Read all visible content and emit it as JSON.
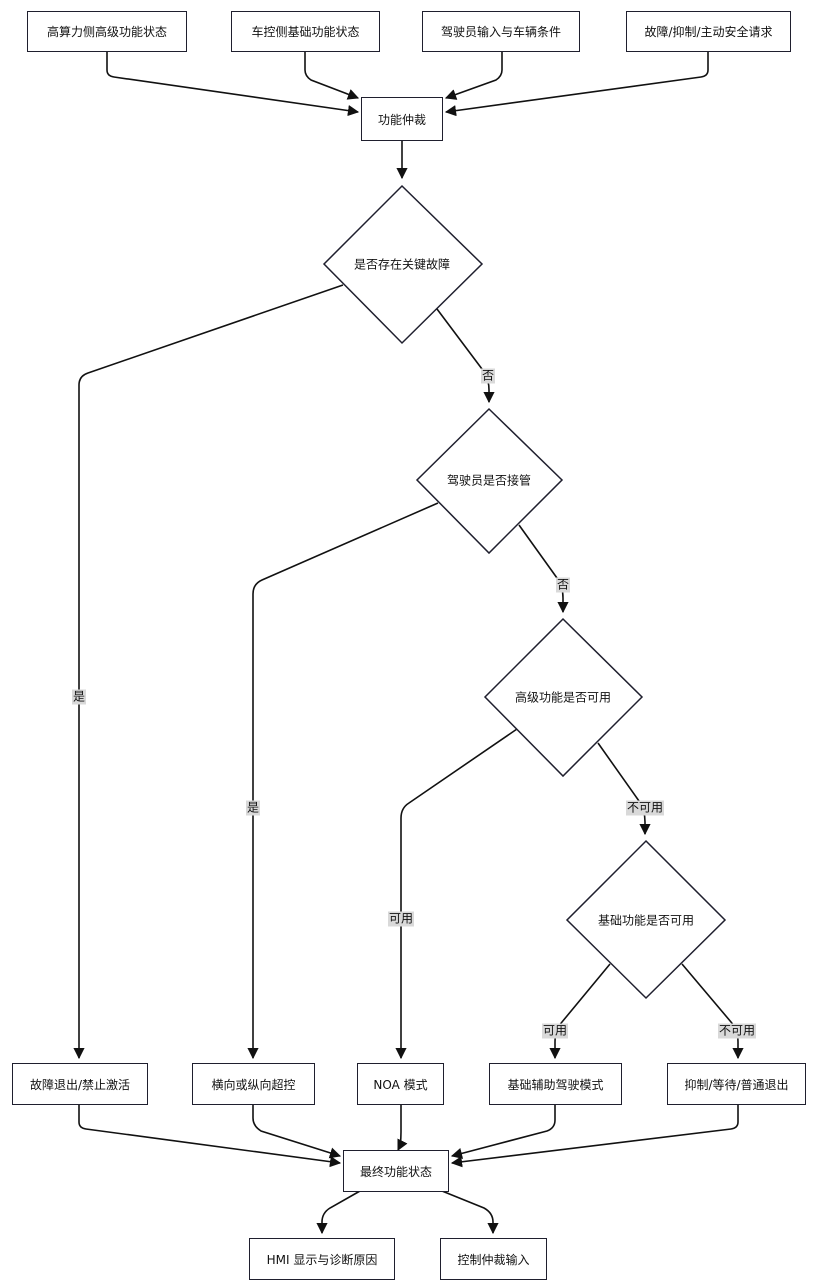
{
  "inputs": {
    "hpc_status": "高算力侧高级功能状态",
    "vcu_status": "车控侧基础功能状态",
    "driver_input": "驾驶员输入与车辆条件",
    "fault_requests": "故障/抑制/主动安全请求"
  },
  "arbitration": "功能仲裁",
  "decisions": {
    "critical_fault": "是否存在关键故障",
    "driver_takeover": "驾驶员是否接管",
    "advanced_available": "高级功能是否可用",
    "basic_available": "基础功能是否可用"
  },
  "edge_labels": {
    "no1": "否",
    "no2": "否",
    "yes1": "是",
    "yes2": "是",
    "available1": "可用",
    "unavailable1": "不可用",
    "available2": "可用",
    "unavailable2": "不可用"
  },
  "outcomes": {
    "fault_exit": "故障退出/禁止激活",
    "override": "横向或纵向超控",
    "noa": "NOA 模式",
    "basic_assist": "基础辅助驾驶模式",
    "suppress": "抑制/等待/普通退出"
  },
  "final_state": "最终功能状态",
  "final_outputs": {
    "hmi": "HMI 显示与诊断原因",
    "arbitration_input": "控制仲裁输入"
  },
  "colors": {
    "stroke": "#1f1f2e",
    "label_bg": "#d9d9d9"
  }
}
